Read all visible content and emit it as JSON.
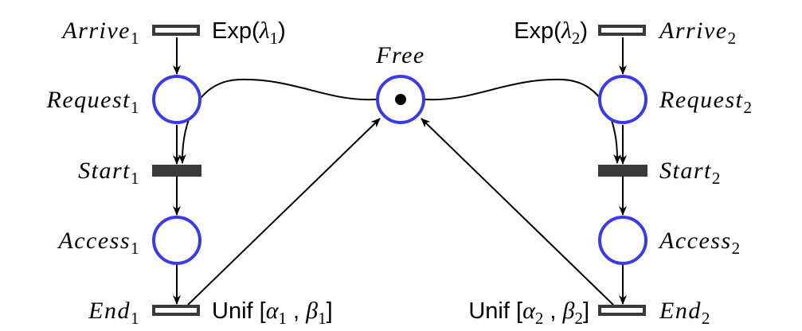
{
  "places": {
    "request1": {
      "name": "Request",
      "sub": "1"
    },
    "access1": {
      "name": "Access",
      "sub": "1"
    },
    "free": {
      "name": "Free"
    },
    "request2": {
      "name": "Request",
      "sub": "2"
    },
    "access2": {
      "name": "Access",
      "sub": "2"
    }
  },
  "transitions": {
    "arrive1": {
      "name": "Arrive",
      "sub": "1",
      "dist": "Exp(",
      "param": "λ",
      "param_sub": "1",
      "close": ")"
    },
    "start1": {
      "name": "Start",
      "sub": "1"
    },
    "end1": {
      "name": "End",
      "sub": "1",
      "dist": "Unif ",
      "open": "[",
      "a": "α",
      "a_sub": "1",
      "comma": " ,  ",
      "b": "β",
      "b_sub": "1",
      "close": "]"
    },
    "arrive2": {
      "name": "Arrive",
      "sub": "2",
      "dist": "Exp(",
      "param": "λ",
      "param_sub": "2",
      "close": ")"
    },
    "start2": {
      "name": "Start",
      "sub": "2"
    },
    "end2": {
      "name": "End",
      "sub": "2",
      "dist": "Unif ",
      "open": "[",
      "a": "α",
      "a_sub": "2",
      "comma": " ,  ",
      "b": "β",
      "b_sub": "2",
      "close": "]"
    }
  },
  "tokens": {
    "free": 1
  },
  "colors": {
    "place_stroke": "#3a3ae8",
    "transition_fill": "#3a3a3a",
    "arc": "#000000"
  }
}
